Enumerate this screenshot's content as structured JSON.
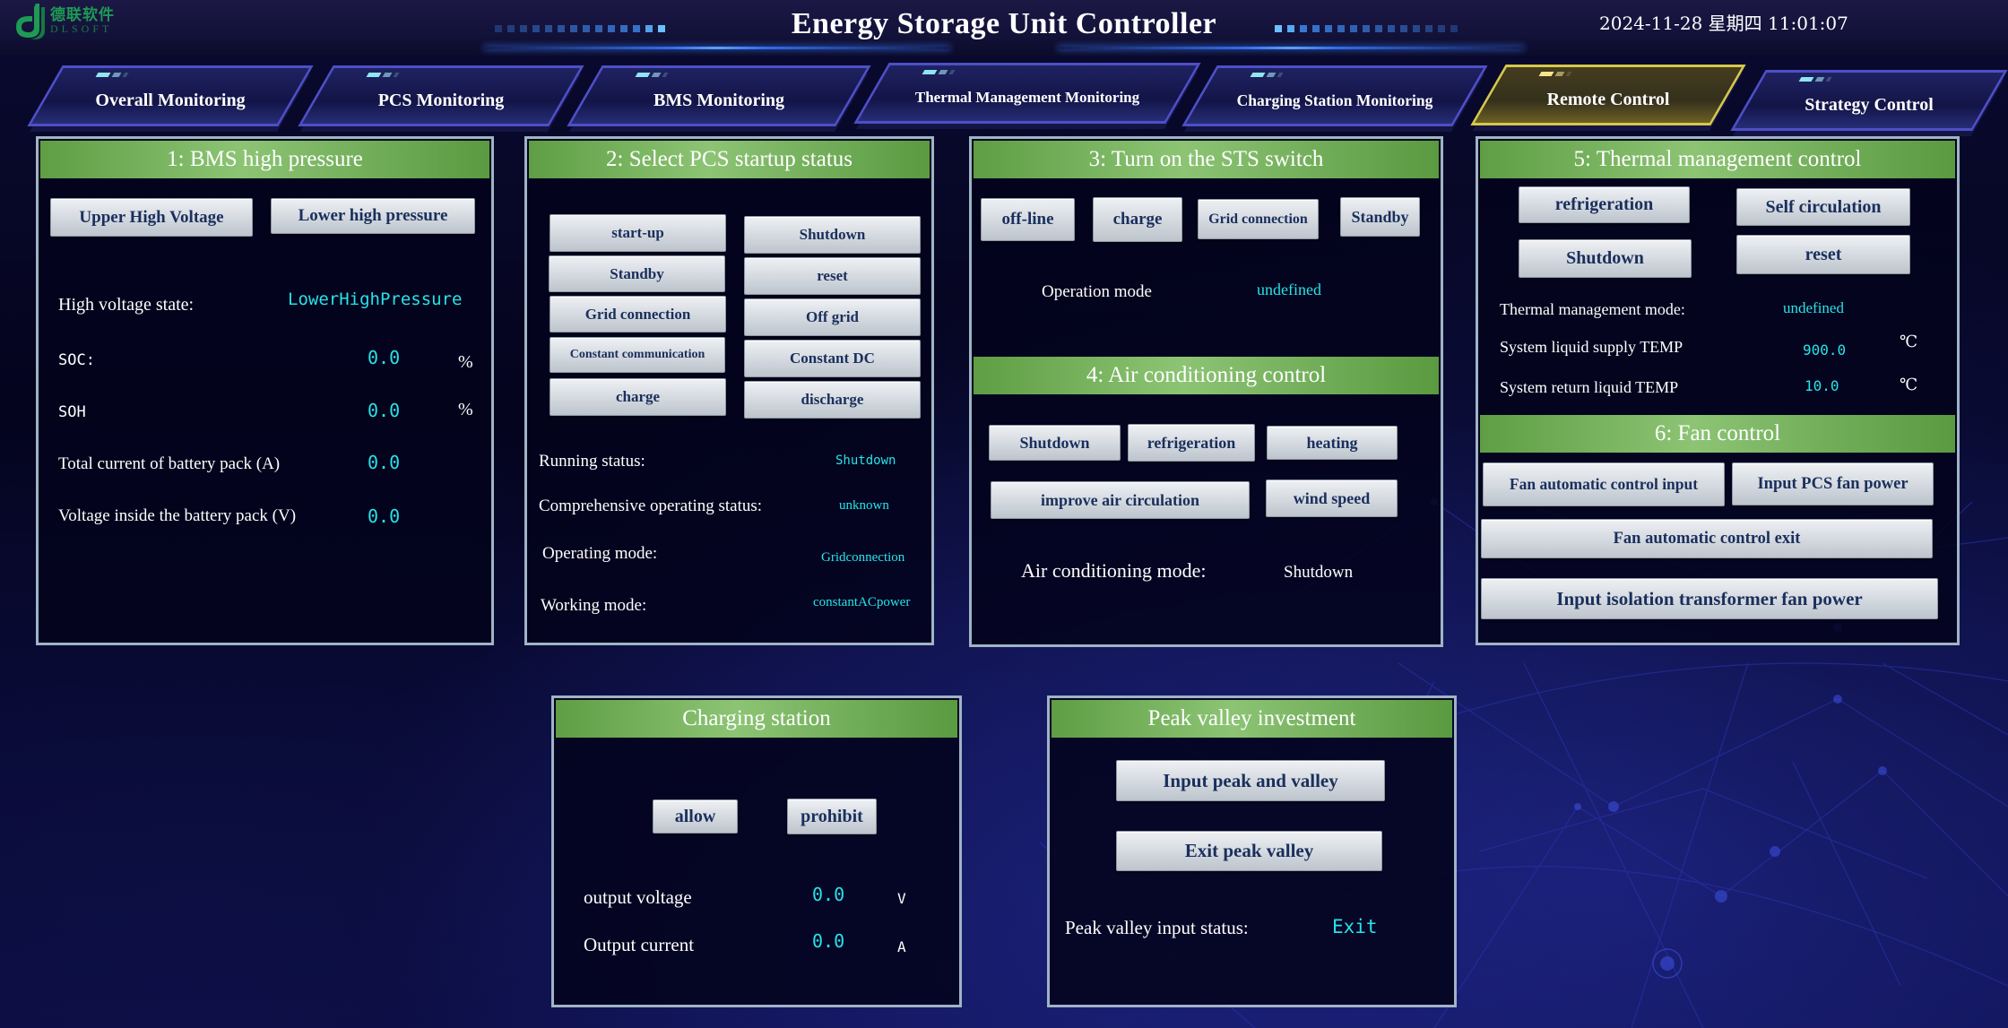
{
  "header": {
    "logo_cn": "德联软件",
    "logo_en": "DLSOFT",
    "title": "Energy Storage Unit Controller",
    "datetime": "2024-11-28 星期四 11:01:07"
  },
  "tabs": [
    {
      "label": "Overall Monitoring",
      "active": false
    },
    {
      "label": "PCS Monitoring",
      "active": false
    },
    {
      "label": "BMS Monitoring",
      "active": false
    },
    {
      "label": "Thermal Management Monitoring",
      "active": false
    },
    {
      "label": "Charging Station Monitoring",
      "active": false
    },
    {
      "label": "Remote Control",
      "active": true
    },
    {
      "label": "Strategy Control",
      "active": false
    }
  ],
  "bms": {
    "title": "1: BMS high pressure",
    "buttons": [
      "Upper High Voltage",
      "Lower high pressure"
    ],
    "high_voltage_state_label": "High voltage state:",
    "high_voltage_state_value": "LowerHighPressure",
    "soc_label": "SOC:",
    "soc_value": "0.0",
    "soc_unit": "%",
    "soh_label": "SOH",
    "soh_value": "0.0",
    "soh_unit": "%",
    "total_current_label": "Total current of battery pack (A)",
    "total_current_value": "0.0",
    "voltage_label": "Voltage inside the battery pack (V)",
    "voltage_value": "0.0"
  },
  "pcs": {
    "title": "2: Select PCS startup status",
    "buttons_left": [
      "start-up",
      "Standby",
      "Grid connection",
      "Constant communication",
      "charge"
    ],
    "buttons_right": [
      "Shutdown",
      "reset",
      "Off grid",
      "Constant DC",
      "discharge"
    ],
    "running_status_label": "Running status:",
    "running_status_value": "Shutdown",
    "comprehensive_label": "Comprehensive operating status:",
    "comprehensive_value": "unknown",
    "operating_mode_label": "Operating mode:",
    "operating_mode_value": "Gridconnection",
    "working_mode_label": "Working mode:",
    "working_mode_value": "constantACpower"
  },
  "sts": {
    "title": "3: Turn on the STS switch",
    "buttons": [
      "off-line",
      "charge",
      "Grid connection",
      "Standby"
    ],
    "operation_mode_label": "Operation mode",
    "operation_mode_value": "undefined"
  },
  "air": {
    "title": "4: Air conditioning control",
    "buttons": [
      "Shutdown",
      "refrigeration",
      "heating",
      "improve air circulation",
      "wind speed"
    ],
    "mode_label": "Air conditioning mode:",
    "mode_value": "Shutdown"
  },
  "thermal": {
    "title": "5: Thermal management control",
    "buttons": [
      "refrigeration",
      "Self circulation",
      "Shutdown",
      "reset"
    ],
    "mode_label": "Thermal management mode:",
    "mode_value": "undefined",
    "supply_label": "System liquid supply TEMP",
    "supply_value": "900.0",
    "supply_unit": "℃",
    "return_label": "System return liquid TEMP",
    "return_value": "10.0",
    "return_unit": "℃"
  },
  "fan": {
    "title": "6: Fan control",
    "buttons": [
      "Fan automatic control input",
      "Input PCS fan power",
      "Fan automatic control exit",
      "Input isolation transformer fan power"
    ]
  },
  "charging": {
    "title": "Charging station",
    "buttons": [
      "allow",
      "prohibit"
    ],
    "voltage_label": "output voltage",
    "voltage_value": "0.0",
    "voltage_unit": "V",
    "current_label": "Output current",
    "current_value": "0.0",
    "current_unit": "A"
  },
  "peak": {
    "title": "Peak valley investment",
    "buttons": [
      "Input peak and valley",
      "Exit peak valley"
    ],
    "status_label": "Peak valley input status:",
    "status_value": "Exit"
  },
  "colors": {
    "panel_header_green": "#7eb866",
    "value_cyan": "#27e3e8",
    "button_text": "#1a2f5c",
    "active_tab_gold": "#d6c84a",
    "tab_border": "#4e4fc8",
    "logo_green": "#1e9a54"
  }
}
